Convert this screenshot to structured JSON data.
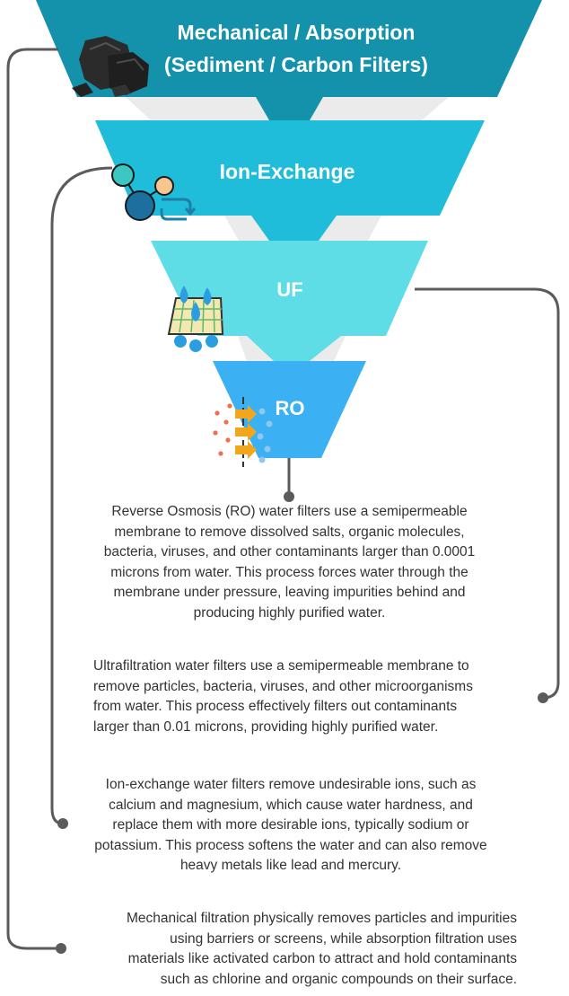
{
  "tiers": [
    {
      "label_line1": "Mechanical / Absorption",
      "label_line2": "(Sediment / Carbon Filters)",
      "color": "#1592ab",
      "icon": "coal-icon"
    },
    {
      "label": "Ion-Exchange",
      "color": "#20bdda",
      "icon": "molecule-exchange-icon"
    },
    {
      "label": "UF",
      "color": "#5fdde6",
      "icon": "membrane-filter-icon"
    },
    {
      "label": "RO",
      "color": "#3bb0f3",
      "icon": "reverse-osmosis-icon"
    }
  ],
  "connector_color": "#5b5b5b",
  "descriptions": {
    "ro": "Reverse Osmosis (RO) water filters use a semipermeable\nmembrane to remove dissolved salts, organic molecules,\nbacteria, viruses, and other contaminants larger than 0.0001\nmicrons from water. This process forces water through the\nmembrane under pressure, leaving impurities behind and\nproducing highly purified water.",
    "uf": "Ultrafiltration water filters use a semipermeable membrane to\nremove particles, bacteria, viruses, and other microorganisms\nfrom water. This process effectively filters out contaminants\nlarger than 0.01 microns, providing highly purified water.",
    "ion": "Ion-exchange water filters remove undesirable ions, such as\ncalcium and magnesium, which cause water hardness, and\nreplace them with more desirable ions, typically sodium or\npotassium. This process softens the water and can also remove\nheavy metals like lead and mercury.",
    "mech": "Mechanical filtration physically removes particles and impurities\nusing barriers or screens, while absorption filtration uses\nmaterials like activated carbon to attract and hold contaminants\nsuch as chlorine and organic compounds on their surface."
  }
}
